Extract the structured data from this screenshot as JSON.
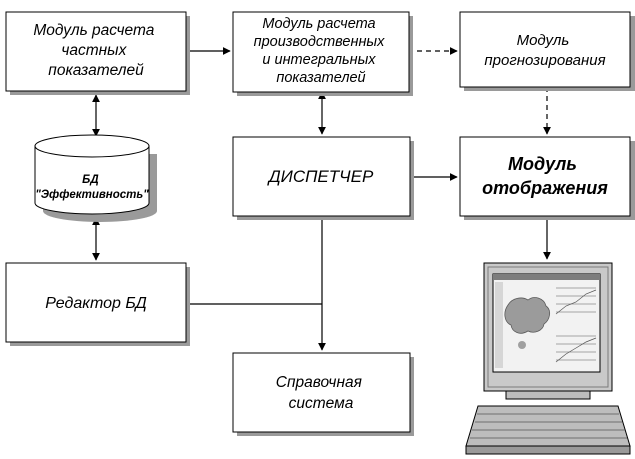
{
  "nodes": {
    "partial": {
      "lines": [
        "Модуль расчета",
        "частных",
        "показателей"
      ]
    },
    "production": {
      "lines": [
        "Модуль расчета",
        "производственных",
        "и интегральных",
        "показателей"
      ]
    },
    "forecast": {
      "lines": [
        "Модуль",
        "прогнозирования"
      ]
    },
    "dispatcher": {
      "lines": [
        "ДИСПЕТЧЕР"
      ]
    },
    "display": {
      "lines": [
        "Модуль",
        "отображения"
      ]
    },
    "database": {
      "lines": [
        "БД",
        "\"Эффективность\""
      ]
    },
    "editor": {
      "lines": [
        "Редактор БД"
      ]
    },
    "help": {
      "lines": [
        "Справочная",
        "система"
      ]
    }
  },
  "colors": {
    "box_fill": "#ffffff",
    "box_stroke": "#000000",
    "shadow": "#9a9a9a",
    "monitor_bezel": "#c9c9c9",
    "screen_bg": "#f2f2f2",
    "keyboard": "#bdbdbd"
  },
  "icons": {
    "computer": "computer-monitor-icon"
  }
}
